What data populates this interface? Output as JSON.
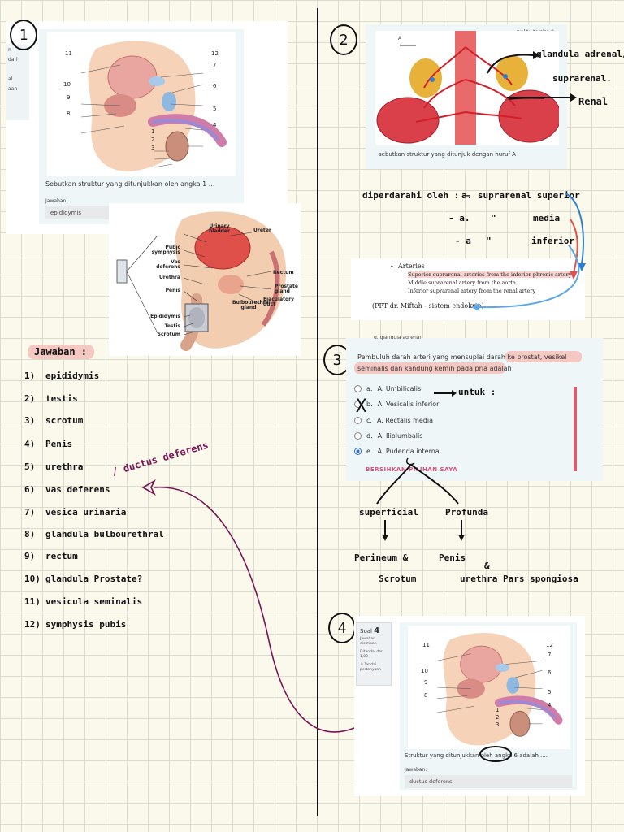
{
  "markers": [
    "1",
    "2",
    "3",
    "4"
  ],
  "q1": {
    "figure_numbers": [
      "11",
      "12",
      "7",
      "10",
      "6",
      "9",
      "5",
      "8",
      "4",
      "1",
      "2",
      "3"
    ],
    "question": "Sebutkan struktur yang ditunjukkan oleh angka 1 ...",
    "answer_label": "Jawaban:",
    "answer_value": "epididymis",
    "side_cut": [
      "n",
      "dari",
      "al",
      "aan"
    ]
  },
  "ref_figure": {
    "labels": [
      "Urinary bladder",
      "Ureter",
      "Pubic symphysis",
      "Vas deferens",
      "Urethra",
      "Penis",
      "Rectum",
      "Prostate gland",
      "Bulbourethral gland",
      "Ejaculatory duct",
      "Epididymis",
      "Testis",
      "Scrotum"
    ]
  },
  "answers": {
    "title": "Jawaban :",
    "items": [
      {
        "n": "1)",
        "t": "epididymis"
      },
      {
        "n": "2)",
        "t": "testis"
      },
      {
        "n": "3)",
        "t": "scrotum"
      },
      {
        "n": "4)",
        "t": "Penis"
      },
      {
        "n": "5)",
        "t": "urethra"
      },
      {
        "n": "6)",
        "t": "vas deferens"
      },
      {
        "n": "7)",
        "t": "vesica urinaria"
      },
      {
        "n": "8)",
        "t": "glandula bulbourethral"
      },
      {
        "n": "9)",
        "t": "rectum"
      },
      {
        "n": "10)",
        "t": "glandula Prostate?"
      },
      {
        "n": "11)",
        "t": "vesicula seminalis"
      },
      {
        "n": "12)",
        "t": "symphysis pubis"
      }
    ],
    "correction": "/ ductus deferens"
  },
  "q2": {
    "header_cut": "waktu tersisa 0",
    "letter": "A",
    "question": "sebutkan struktur yang ditunjuk dengan huruf A",
    "note_a1": "glandula adrenal/",
    "note_a2": "suprarenal.",
    "note_renal": "Renal",
    "supply_prefix": "diperdarahi oleh : —",
    "supply_1": "a. suprarenal superior",
    "supply_2a": "- a.",
    "supply_2b": "\"",
    "supply_2c": "media",
    "supply_3a": "- a",
    "supply_3b": "\"",
    "supply_3c": "inferior",
    "ref_title": "Arteries",
    "ref_items": [
      "Superior suprarenal arteries from the inferior phrenic artery",
      "Middle suprarenal artery from the aorta",
      "Inferior suprarenal artery from the renal artery"
    ],
    "ref_source": "(PPT dr. Miftah - sistem endokrin)"
  },
  "q3": {
    "cut_top": "d. glandula adrenal",
    "question": "Pembuluh darah arteri yang mensuplai darah ke prostat, vesikel seminalis dan kandung kemih pada pria adalah",
    "options": [
      {
        "key": "a.",
        "text": "A. Umbilicalis"
      },
      {
        "key": "b.",
        "text": "A. Vesicalis inferior"
      },
      {
        "key": "c.",
        "text": "A. Rectalis media"
      },
      {
        "key": "d.",
        "text": "A. Iliolumbalis"
      },
      {
        "key": "e.",
        "text": "A. Pudenda interna"
      }
    ],
    "clear": "BERSIHKAN PILIHAN SAYA",
    "note_untuk": "untuk :",
    "mark_x": "X",
    "branch_left": "superficial",
    "branch_right": "Profunda",
    "left_1": "Perineum &",
    "left_2": "Scrotum",
    "right_1": "Penis",
    "right_amp": "&",
    "right_2": "urethra Pars spongiosa"
  },
  "q4": {
    "soal": "Soal",
    "soal_num": "4",
    "status": "Jawaban disimpan",
    "score": "Ditandai dari 1,00",
    "flag": "Tandai pertanyaan",
    "figure_numbers": [
      "11",
      "12",
      "7",
      "10",
      "6",
      "9",
      "5",
      "8",
      "4",
      "1",
      "2",
      "3"
    ],
    "question": "Struktur yang ditunjukkan oleh angka 6 adalah ....",
    "answer_label": "Jawaban:",
    "answer_value": "ductus deferens"
  }
}
